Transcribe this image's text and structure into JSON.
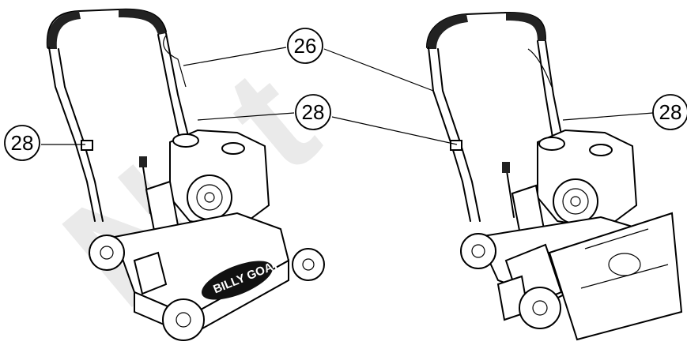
{
  "watermark": {
    "text": "Not"
  },
  "callouts": [
    {
      "id": "callout-26",
      "label": "26"
    },
    {
      "id": "callout-28-left",
      "label": "28"
    },
    {
      "id": "callout-28-center",
      "label": "28"
    },
    {
      "id": "callout-28-right",
      "label": "28"
    }
  ],
  "logo": {
    "text": "BILLY GOAT"
  }
}
